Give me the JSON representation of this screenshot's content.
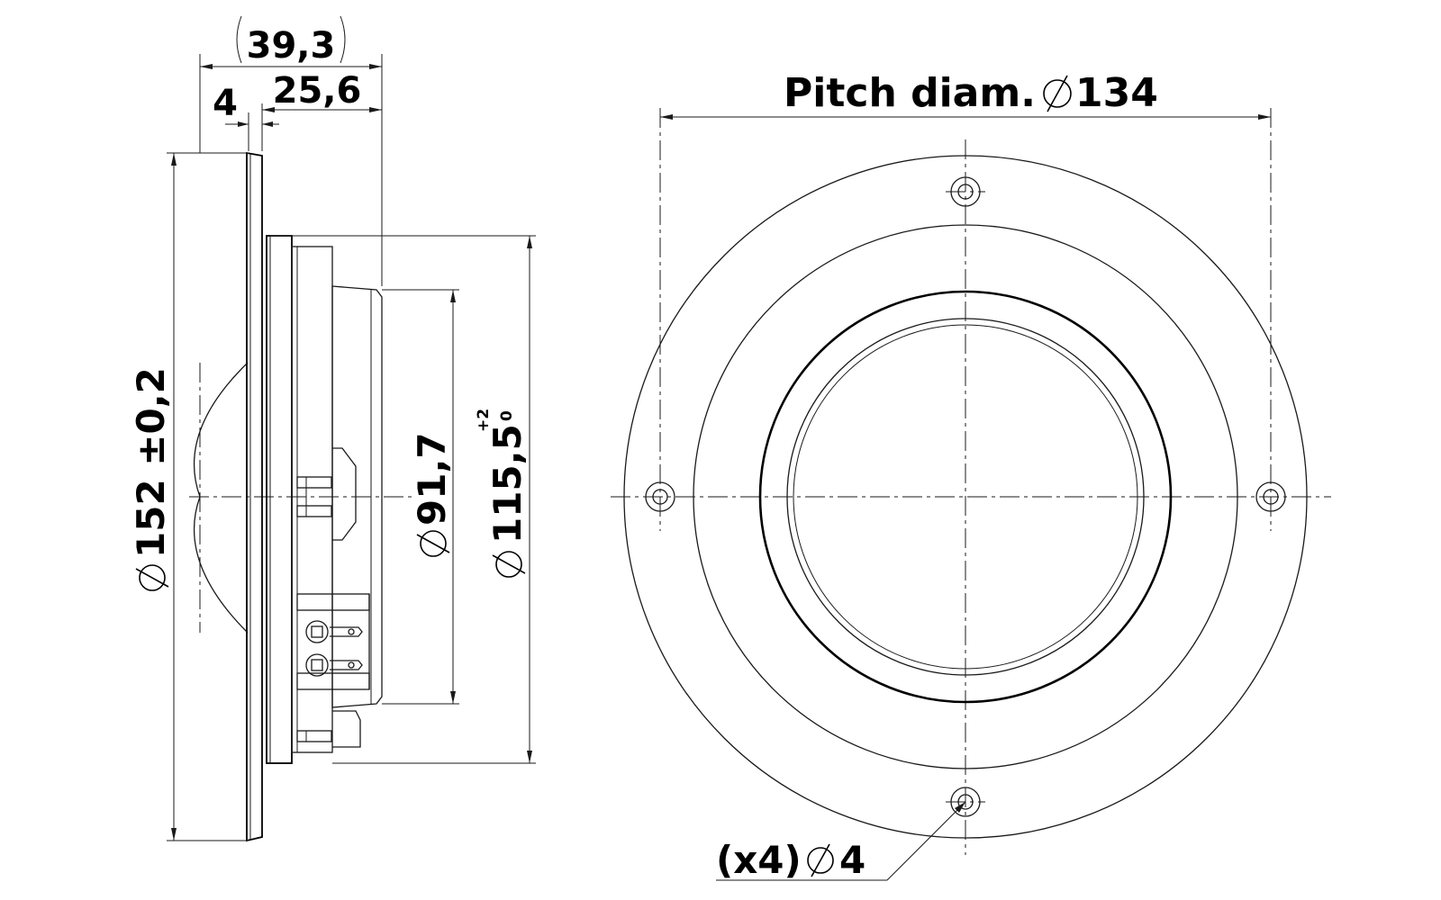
{
  "side_view": {
    "dim_overall_depth": "39,3",
    "dim_flange_thickness": "4",
    "dim_body_depth": "25,6",
    "dim_flange_diameter": "152 ±0,2",
    "dim_rear_diameter": "91,7",
    "dim_cutout_diameter": "115,5",
    "dim_cutout_tol_upper": "+2",
    "dim_cutout_tol_lower": "0"
  },
  "front_view": {
    "pitch_label": "Pitch diam.",
    "pitch_value": "134",
    "holes_label": "(x4)",
    "holes_value": "4"
  }
}
